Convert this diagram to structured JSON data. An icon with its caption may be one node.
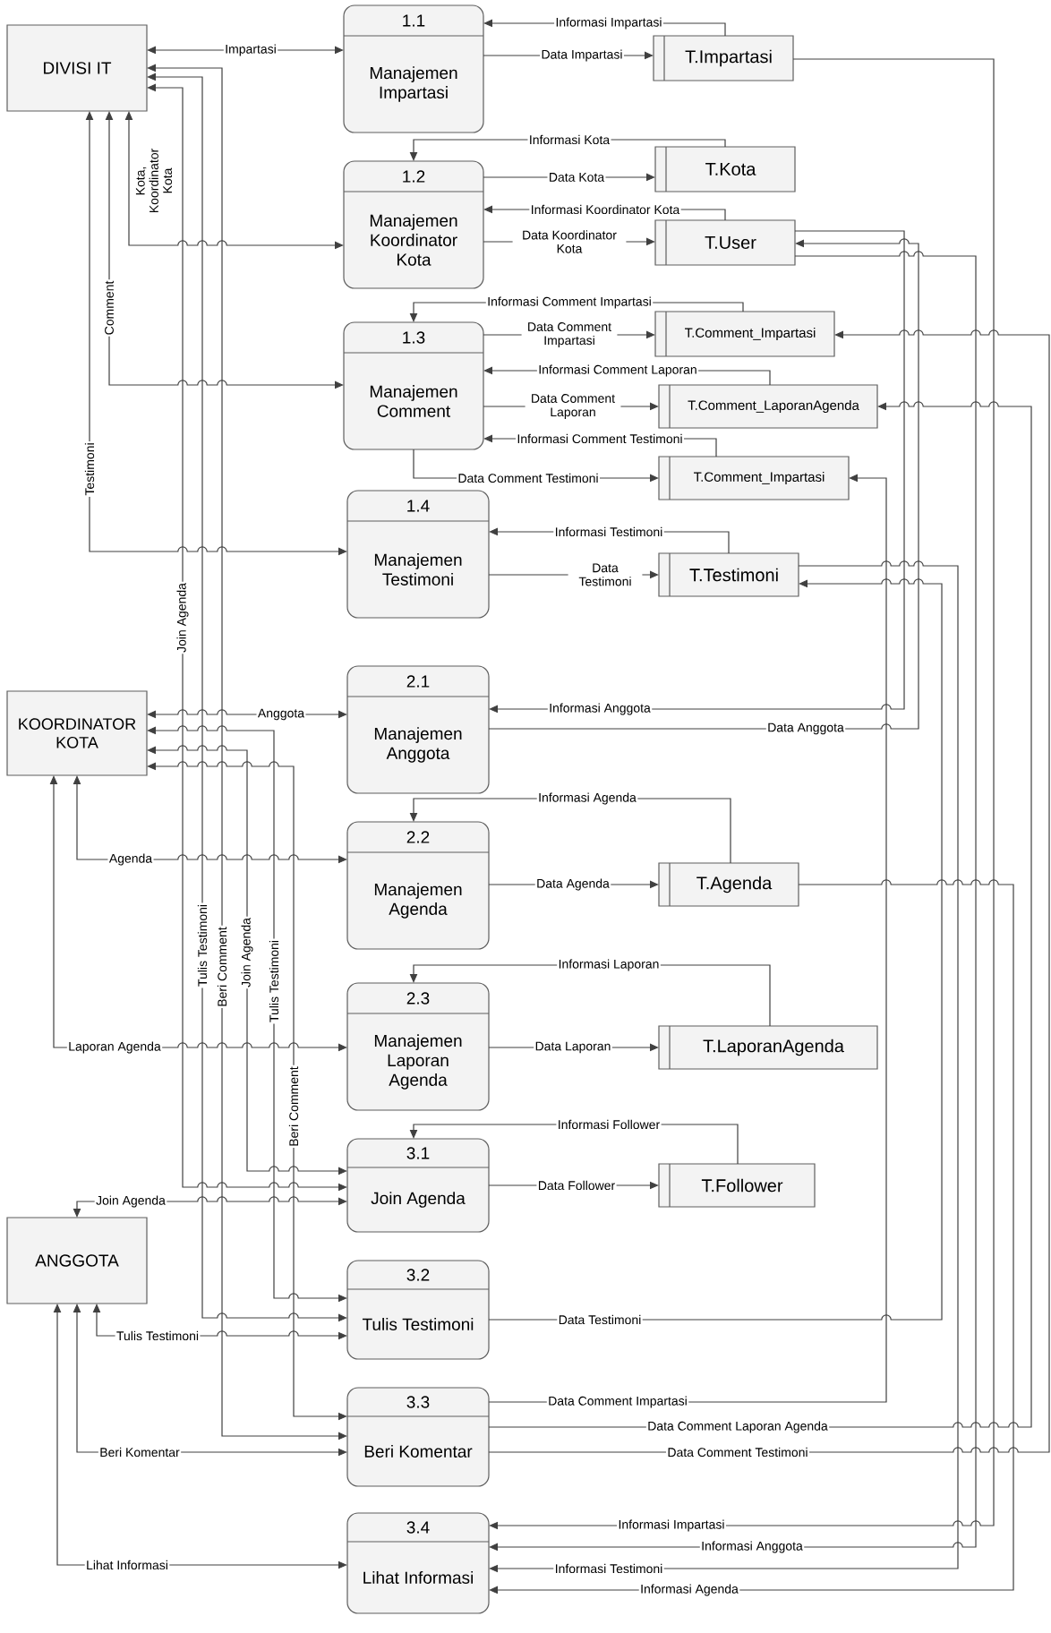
{
  "diagram": {
    "nodes": [
      {
        "text": [
          "DIVISI IT"
        ]
      },
      {
        "text": [
          "1.1",
          "Manajemen Impartasi"
        ]
      },
      {
        "text": [
          "T.Impartasi"
        ]
      },
      {
        "text": [
          "1.2",
          "Manajemen Koordinator Kota"
        ]
      },
      {
        "text": [
          "T.Kota"
        ]
      },
      {
        "text": [
          "T.User"
        ]
      },
      {
        "text": [
          "1.3",
          "Manajemen Comment"
        ]
      },
      {
        "text": [
          "T.Comment_Impartasi"
        ]
      },
      {
        "text": [
          "T.Comment_LaporanAgenda"
        ]
      },
      {
        "text": [
          "T.Comment_Impartasi"
        ]
      },
      {
        "text": [
          "1.4",
          "Manajemen Testimoni"
        ]
      },
      {
        "text": [
          "T.Testimoni"
        ]
      },
      {
        "text": [
          "KOORDINATOR KOTA"
        ]
      },
      {
        "text": [
          "2.1",
          "Manajemen Anggota"
        ]
      },
      {
        "text": [
          "2.2",
          "Manajemen Agenda"
        ]
      },
      {
        "text": [
          "T.Agenda"
        ]
      },
      {
        "text": [
          "2.3",
          "Manajemen Laporan Agenda"
        ]
      },
      {
        "text": [
          "T.LaporanAgenda"
        ]
      },
      {
        "text": [
          "3.1",
          "Join Agenda"
        ]
      },
      {
        "text": [
          "T.Follower"
        ]
      },
      {
        "text": [
          "ANGGOTA"
        ]
      },
      {
        "text": [
          "3.2",
          "Tulis Testimoni"
        ]
      },
      {
        "text": [
          "3.3",
          "Beri Komentar"
        ]
      },
      {
        "text": [
          "3.4",
          "Lihat Informasi"
        ]
      }
    ],
    "edges": [
      {
        "from": 0,
        "to": 1,
        "arrow": "both",
        "label": "Impartasi"
      },
      {
        "from": 0,
        "to": 3,
        "arrow": "both",
        "label": "Kota, Koordinator Kota"
      },
      {
        "from": 0,
        "to": 6,
        "arrow": "both",
        "label": "Comment"
      },
      {
        "from": 0,
        "to": 10,
        "arrow": "both",
        "label": "Testimoni"
      },
      {
        "from": 0,
        "to": 18,
        "arrow": "both",
        "label": "Join Agenda"
      },
      {
        "from": 0,
        "to": 21,
        "arrow": "both",
        "label": "Tulis Testimoni"
      },
      {
        "from": 0,
        "to": 22,
        "arrow": "both",
        "label": "Beri Comment"
      },
      {
        "from": 2,
        "to": 1,
        "arrow": "to",
        "label": "Informasi Impartasi"
      },
      {
        "from": 1,
        "to": 2,
        "arrow": "to",
        "label": "Data Impartasi"
      },
      {
        "from": 4,
        "to": 3,
        "arrow": "to",
        "label": "Informasi Kota"
      },
      {
        "from": 3,
        "to": 4,
        "arrow": "to",
        "label": "Data Kota"
      },
      {
        "from": 5,
        "to": 3,
        "arrow": "to",
        "label": "Informasi Koordinator Kota"
      },
      {
        "from": 3,
        "to": 5,
        "arrow": "to",
        "label": "Data Koordinator Kota"
      },
      {
        "from": 7,
        "to": 6,
        "arrow": "to",
        "label": "Informasi Comment Impartasi"
      },
      {
        "from": 6,
        "to": 7,
        "arrow": "to",
        "label": "Data Comment Impartasi"
      },
      {
        "from": 8,
        "to": 6,
        "arrow": "to",
        "label": "Informasi Comment Laporan"
      },
      {
        "from": 6,
        "to": 8,
        "arrow": "to",
        "label": "Data Comment Laporan"
      },
      {
        "from": 9,
        "to": 6,
        "arrow": "to",
        "label": "Informasi Comment Testimoni"
      },
      {
        "from": 6,
        "to": 9,
        "arrow": "to",
        "label": "Data Comment Testimoni"
      },
      {
        "from": 11,
        "to": 10,
        "arrow": "to",
        "label": "Informasi Testimoni"
      },
      {
        "from": 10,
        "to": 11,
        "arrow": "to",
        "label": "Data Testimoni"
      },
      {
        "from": 12,
        "to": 13,
        "arrow": "both",
        "label": "Anggota"
      },
      {
        "from": 12,
        "to": 21,
        "arrow": "both",
        "label": "Tulis Testimoni"
      },
      {
        "from": 12,
        "to": 18,
        "arrow": "both",
        "label": "Join Agenda"
      },
      {
        "from": 12,
        "to": 22,
        "arrow": "both",
        "label": "Beri Comment"
      },
      {
        "from": 12,
        "to": 14,
        "arrow": "both",
        "label": "Agenda"
      },
      {
        "from": 12,
        "to": 16,
        "arrow": "both",
        "label": "Laporan Agenda"
      },
      {
        "from": 5,
        "to": 13,
        "arrow": "to",
        "label": "Informasi Anggota"
      },
      {
        "from": 13,
        "to": 5,
        "arrow": "to",
        "label": "Data Anggota"
      },
      {
        "from": 15,
        "to": 14,
        "arrow": "to",
        "label": "Informasi Agenda"
      },
      {
        "from": 14,
        "to": 15,
        "arrow": "to",
        "label": "Data Agenda"
      },
      {
        "from": 17,
        "to": 16,
        "arrow": "to",
        "label": "Informasi Laporan"
      },
      {
        "from": 16,
        "to": 17,
        "arrow": "to",
        "label": "Data Laporan"
      },
      {
        "from": 19,
        "to": 18,
        "arrow": "to",
        "label": "Informasi Follower"
      },
      {
        "from": 18,
        "to": 19,
        "arrow": "to",
        "label": "Data Follower"
      },
      {
        "from": 20,
        "to": 18,
        "arrow": "both",
        "label": "Join Agenda"
      },
      {
        "from": 20,
        "to": 21,
        "arrow": "both",
        "label": "Tulis Testimoni"
      },
      {
        "from": 20,
        "to": 22,
        "arrow": "both",
        "label": "Beri Komentar"
      },
      {
        "from": 20,
        "to": 23,
        "arrow": "both",
        "label": "Lihat Informasi"
      },
      {
        "from": 21,
        "to": 11,
        "arrow": "to",
        "label": "Data Testimoni"
      },
      {
        "from": 22,
        "to": 9,
        "arrow": "to",
        "label": "Data Comment Impartasi"
      },
      {
        "from": 22,
        "to": 8,
        "arrow": "to",
        "label": "Data Comment Laporan Agenda"
      },
      {
        "from": 22,
        "to": 7,
        "arrow": "to",
        "label": "Data Comment Testimoni"
      },
      {
        "from": 2,
        "to": 23,
        "arrow": "to",
        "label": "Informasi Impartasi"
      },
      {
        "from": 5,
        "to": 23,
        "arrow": "to",
        "label": "Informasi Anggota"
      },
      {
        "from": 11,
        "to": 23,
        "arrow": "to",
        "label": "Informasi Testimoni"
      },
      {
        "from": 15,
        "to": 23,
        "arrow": "to",
        "label": "Informasi Agenda"
      }
    ]
  }
}
